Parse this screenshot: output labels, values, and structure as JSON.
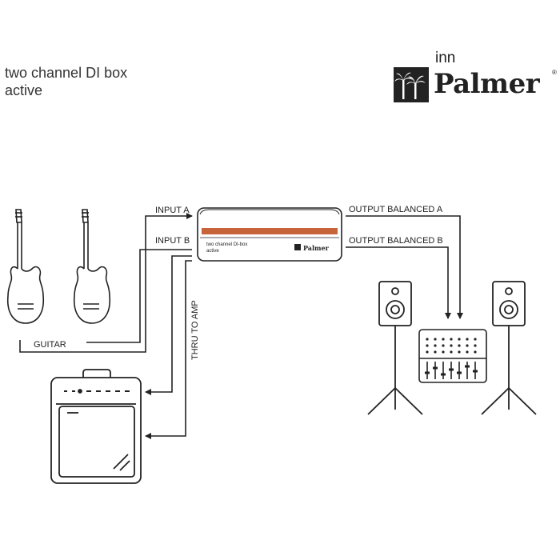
{
  "title": {
    "line1": "two channel DI box",
    "line2": "active"
  },
  "brand": {
    "prefix": "inn",
    "name": "Palmer",
    "reg": "®"
  },
  "device": {
    "line1": "two channel DI-box",
    "line2": "active",
    "brand": "Palmer"
  },
  "labels": {
    "input_a": "INPUT A",
    "input_b": "INPUT B",
    "output_a": "OUTPUT BALANCED A",
    "output_b": "OUTPUT BALANCED B",
    "guitar": "GUITAR",
    "thru": "THRU TO AMP"
  },
  "colors": {
    "line": "#222222",
    "accent": "#c8643a"
  }
}
